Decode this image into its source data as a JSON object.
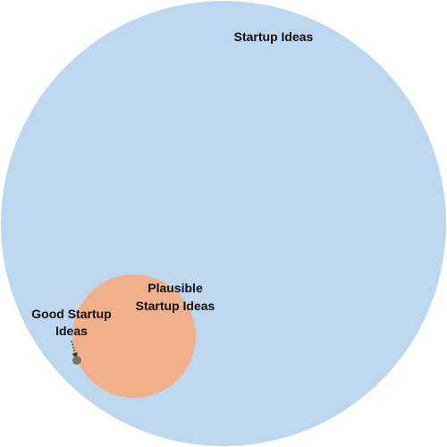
{
  "diagram": {
    "type": "nested-venn",
    "sets": {
      "startup_ideas": {
        "label": "Startup Ideas",
        "color": "#bdd7ee"
      },
      "plausible_ideas": {
        "label_line1": "Plausible",
        "label_line2": "Startup Ideas",
        "color": "#f0b08a"
      },
      "good_ideas": {
        "label_line1": "Good Startup",
        "label_line2": "Ideas",
        "color": "#6e7a62"
      }
    },
    "pointer_color": "#333333"
  }
}
